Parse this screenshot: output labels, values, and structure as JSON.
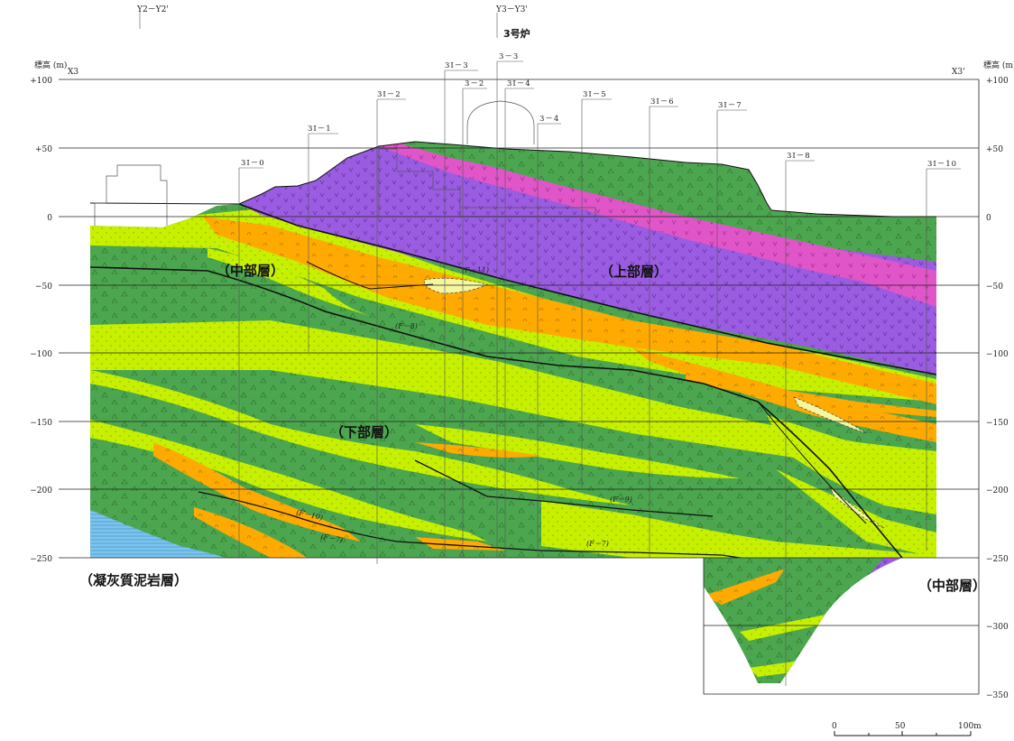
{
  "header": {
    "unit_left": "標高 (m)",
    "unit_right": "標高 (m)",
    "section_start": "X3",
    "section_end": "X3'",
    "ref_line_left": "Y2－Y2'",
    "ref_line_mid": "Y3－Y3'",
    "reactor_label": "3号炉"
  },
  "elevation_ticks": [
    "+100",
    "+50",
    "0",
    "−50",
    "−100",
    "−150",
    "−200",
    "−250",
    "−300",
    "−350"
  ],
  "boreholes": [
    "3I－0",
    "3I－1",
    "3I－2",
    "3I－3",
    "3－2",
    "3－3",
    "3I－4",
    "3－4",
    "3I－5",
    "3I－6",
    "3I－7",
    "3I－8",
    "3I－10"
  ],
  "formations": {
    "upper": "（上部層）",
    "middle_left": "（中部層）",
    "middle_right": "（中部層）",
    "lower": "（下部層）",
    "tuff_mudstone": "（凝灰質泥岩層）"
  },
  "faults": [
    "(F－11)",
    "(F－8)",
    "(F－9)",
    "(F－10)",
    "(F－7)",
    "(F－7)"
  ],
  "scale_bar": {
    "labels": [
      "0",
      "50",
      "100m"
    ]
  },
  "colors": {
    "dark_green": "#4ca64f",
    "yellow_green": "#c6f000",
    "orange": "#ffaa00",
    "purple": "#9a5ce0",
    "pink": "#e055c8",
    "light_yellow": "#f4f7a0",
    "blue": "#7cc4ee"
  }
}
